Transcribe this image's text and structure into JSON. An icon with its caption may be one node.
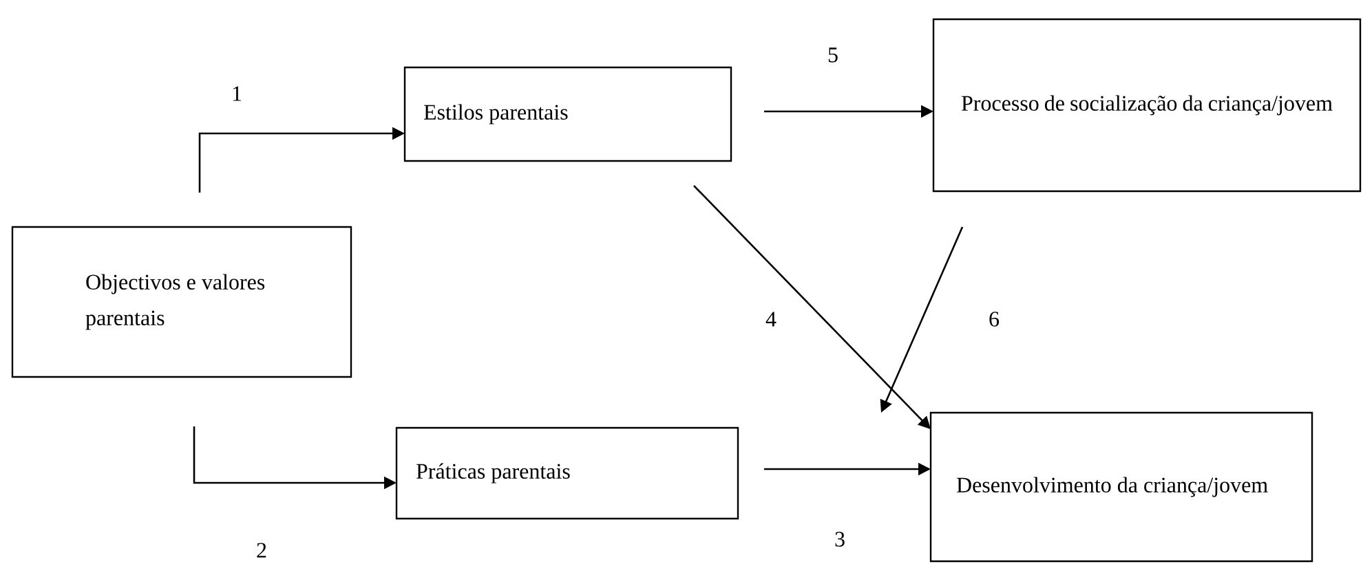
{
  "diagram": {
    "nodes": [
      {
        "text": [
          "Objectivos e valores parentais"
        ]
      },
      {
        "text": [
          "Estilos parentais"
        ]
      },
      {
        "text": [
          "Práticas parentais"
        ]
      },
      {
        "text": [
          "Processo de socialização da criança/jovem"
        ]
      },
      {
        "text": [
          "Desenvolvimento da criança/jovem"
        ]
      }
    ],
    "edges": [
      {
        "from": 0,
        "to": 1,
        "arrow": "to",
        "label": "1"
      },
      {
        "from": 0,
        "to": 2,
        "arrow": "to",
        "label": "2"
      },
      {
        "from": 2,
        "to": 4,
        "arrow": "to",
        "label": "3"
      },
      {
        "from": 1,
        "to": 4,
        "arrow": "to",
        "label": "4"
      },
      {
        "from": 1,
        "to": 3,
        "arrow": "to",
        "label": "5"
      },
      {
        "from": 3,
        "to": 4,
        "arrow": "to",
        "label": "6"
      }
    ]
  }
}
